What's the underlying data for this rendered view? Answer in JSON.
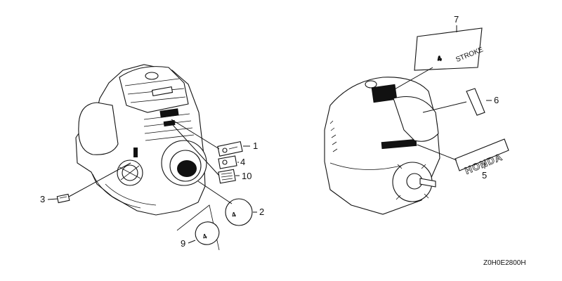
{
  "diagram": {
    "code": "Z0H0E2800H",
    "callouts": {
      "c1": "1",
      "c2": "2",
      "c3": "3",
      "c4": "4",
      "c5": "5",
      "c6": "6",
      "c7": "7",
      "c9": "9",
      "c10": "10"
    },
    "brand_label": "HONDA",
    "stroke_badge": {
      "numeral": "4",
      "word": "STROKE"
    }
  }
}
